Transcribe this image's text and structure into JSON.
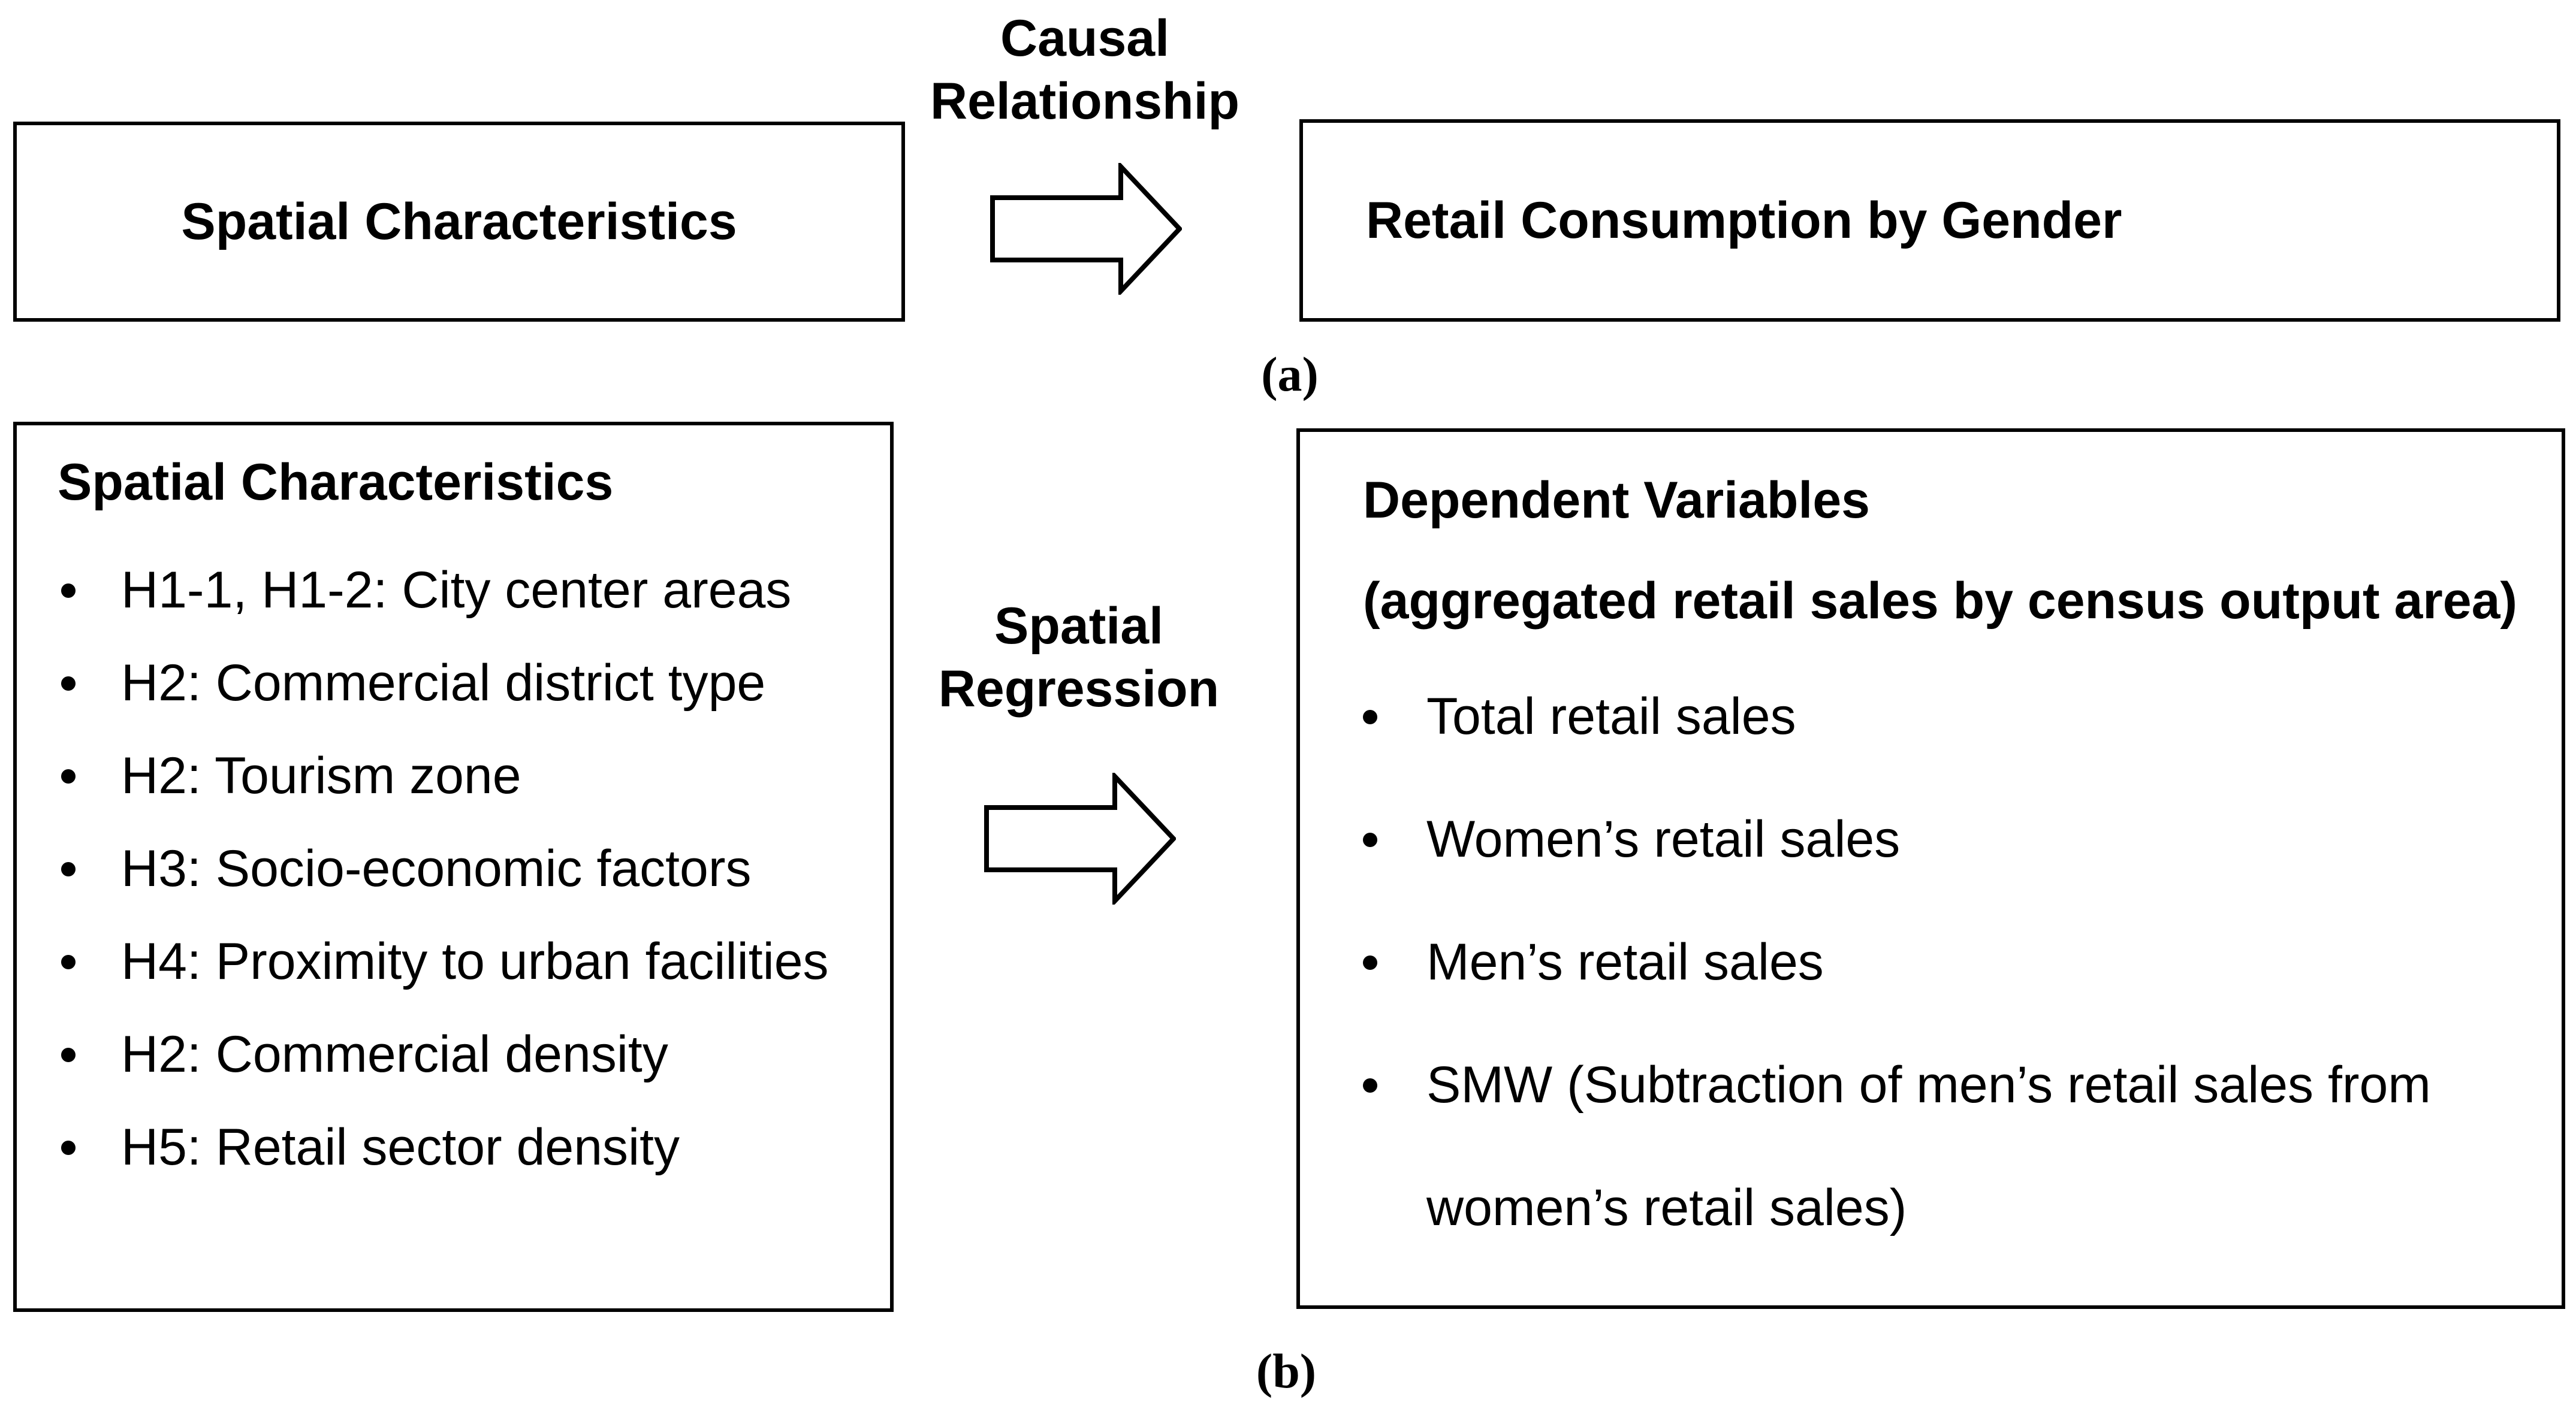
{
  "colors": {
    "background": "#ffffff",
    "ink": "#000000"
  },
  "panel_a": {
    "caption": "(a)",
    "left_box_title": "Spatial Characteristics",
    "arrow_label_line1": "Causal",
    "arrow_label_line2": "Relationship",
    "right_box_title": "Retail Consumption by Gender"
  },
  "panel_b": {
    "caption": "(b)",
    "left_box_title": "Spatial Characteristics",
    "left_box_items": [
      "H1-1, H1-2: City center areas",
      "H2: Commercial district type",
      "H2: Tourism zone",
      "H3: Socio-economic factors",
      "H4: Proximity to urban facilities",
      "H2: Commercial density",
      "H5: Retail sector density"
    ],
    "arrow_label_line1": "Spatial",
    "arrow_label_line2": "Regression",
    "right_box_title_line1": "Dependent Variables",
    "right_box_title_line2": "(aggregated retail sales by census output area)",
    "right_box_items": [
      "Total retail sales",
      "Women’s retail sales",
      "Men’s retail sales",
      "SMW (Subtraction of men’s retail sales from women’s retail sales)"
    ]
  }
}
